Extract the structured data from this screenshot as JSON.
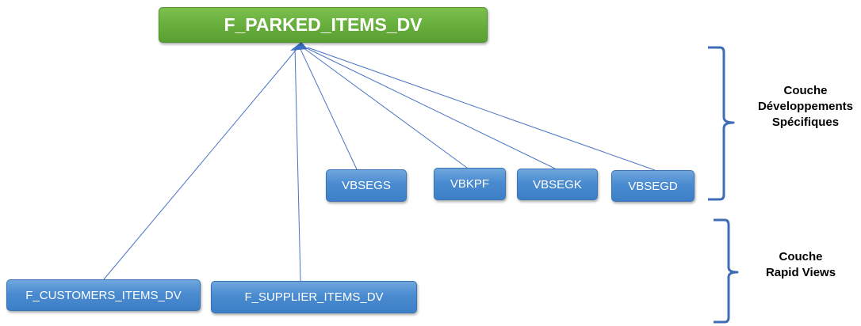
{
  "root": {
    "label": "F_PARKED_ITEMS_DV"
  },
  "specific_nodes": [
    {
      "label": "VBSEGS"
    },
    {
      "label": "VBKPF"
    },
    {
      "label": "VBSEGK"
    },
    {
      "label": "VBSEGD"
    }
  ],
  "rapid_nodes": [
    {
      "label": "F_CUSTOMERS_ITEMS_DV"
    },
    {
      "label": "F_SUPPLIER_ITEMS_DV"
    }
  ],
  "layers": {
    "specific": {
      "lines": [
        "Couche",
        "Développements",
        "Spécifiques"
      ]
    },
    "rapid": {
      "lines": [
        "Couche",
        "Rapid Views"
      ]
    }
  },
  "colors": {
    "root_fill": "#6aaf3e",
    "node_fill": "#4a8bd0",
    "connector": "#4a74c4",
    "bracket": "#3f6db5"
  }
}
